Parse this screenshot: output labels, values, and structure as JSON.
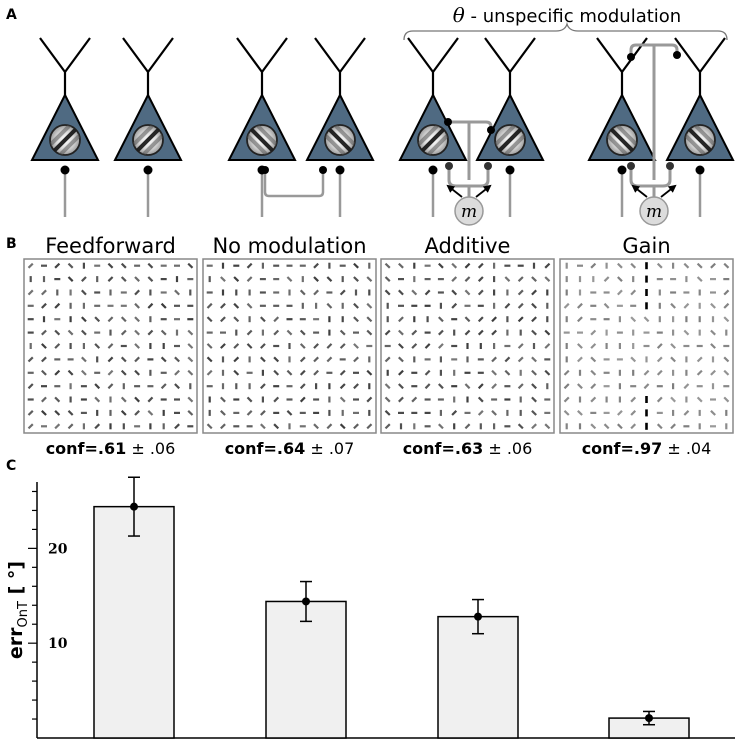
{
  "panel_labels": {
    "a": "A",
    "b": "B",
    "c": "C"
  },
  "modulation_label": {
    "symbol": "θ",
    "text": " - unspecific modulation"
  },
  "modulator_symbol": "m",
  "conditions": [
    {
      "title": "Feedforward",
      "conf_label": "conf=.61",
      "conf_pm": " ± .06"
    },
    {
      "title": "No modulation",
      "conf_label": "conf=.64",
      "conf_pm": " ± .07"
    },
    {
      "title": "Additive",
      "conf_label": "conf=.63",
      "conf_pm": " ± .06"
    },
    {
      "title": "Gain",
      "conf_label": "conf=.97",
      "conf_pm": " ± .04"
    }
  ],
  "colors": {
    "neuron_fill": "#4f6a82",
    "bar_fill": "#f0f0f0",
    "line_gray": "#999999",
    "modulator_fill": "#dcdcdc"
  },
  "chart_data": {
    "type": "bar",
    "categories": [
      "Feedforward",
      "No modulation",
      "Additive",
      "Gain"
    ],
    "values": [
      24.4,
      14.4,
      12.8,
      2.1
    ],
    "errors": [
      3.1,
      2.1,
      1.8,
      0.7
    ],
    "ylim": [
      0,
      27
    ],
    "yticks": [
      10,
      20
    ],
    "ylabel": {
      "main": "err",
      "sub": "OnT",
      "unit": " [ °]"
    },
    "xlabel": "",
    "title": ""
  }
}
